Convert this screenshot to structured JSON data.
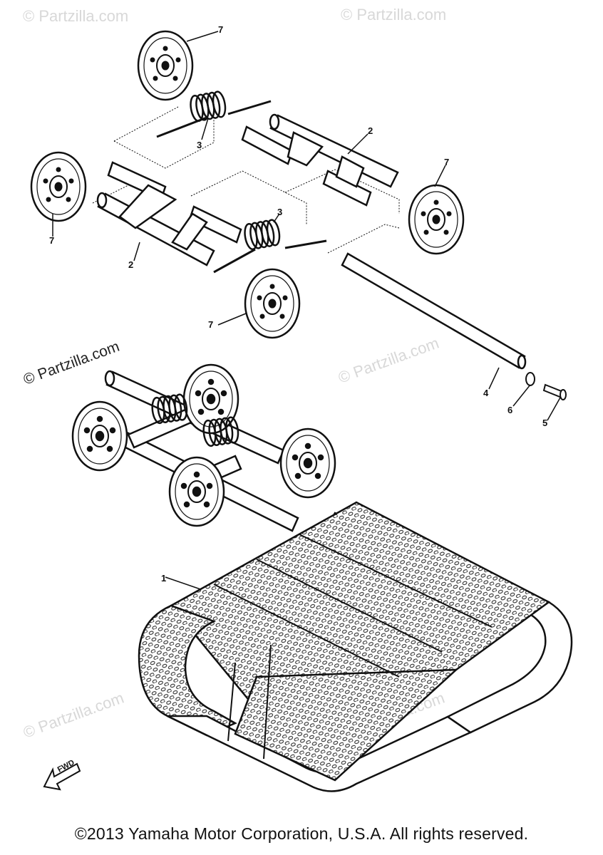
{
  "watermarks": {
    "faint": "© Partzilla.com",
    "dark": "© Partzilla.com"
  },
  "callouts": {
    "c1": "1",
    "c2a": "2",
    "c2b": "2",
    "c3a": "3",
    "c3b": "3",
    "c4": "4",
    "c5": "5",
    "c6": "6",
    "c7a": "7",
    "c7b": "7",
    "c7c": "7",
    "c7d": "7"
  },
  "front_marker": "FWD",
  "footer": {
    "copyright": "©2013 Yamaha Motor Corporation, U.S.A. All rights reserved."
  },
  "colors": {
    "line": "#111111",
    "watermark": "#d8d8d8"
  }
}
